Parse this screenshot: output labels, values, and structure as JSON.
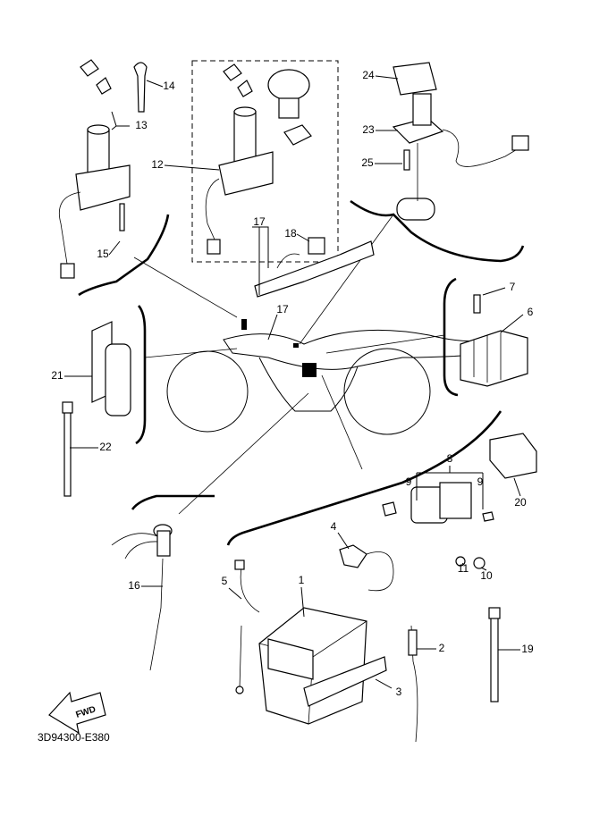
{
  "diagram_code": "3D94300-E380",
  "fwd_label": "FWD",
  "callouts": [
    "1",
    "2",
    "3",
    "4",
    "5",
    "6",
    "7",
    "8",
    "9",
    "9",
    "10",
    "11",
    "12",
    "13",
    "14",
    "15",
    "16",
    "17",
    "17",
    "18",
    "19",
    "20",
    "21",
    "22",
    "23",
    "24",
    "25"
  ]
}
